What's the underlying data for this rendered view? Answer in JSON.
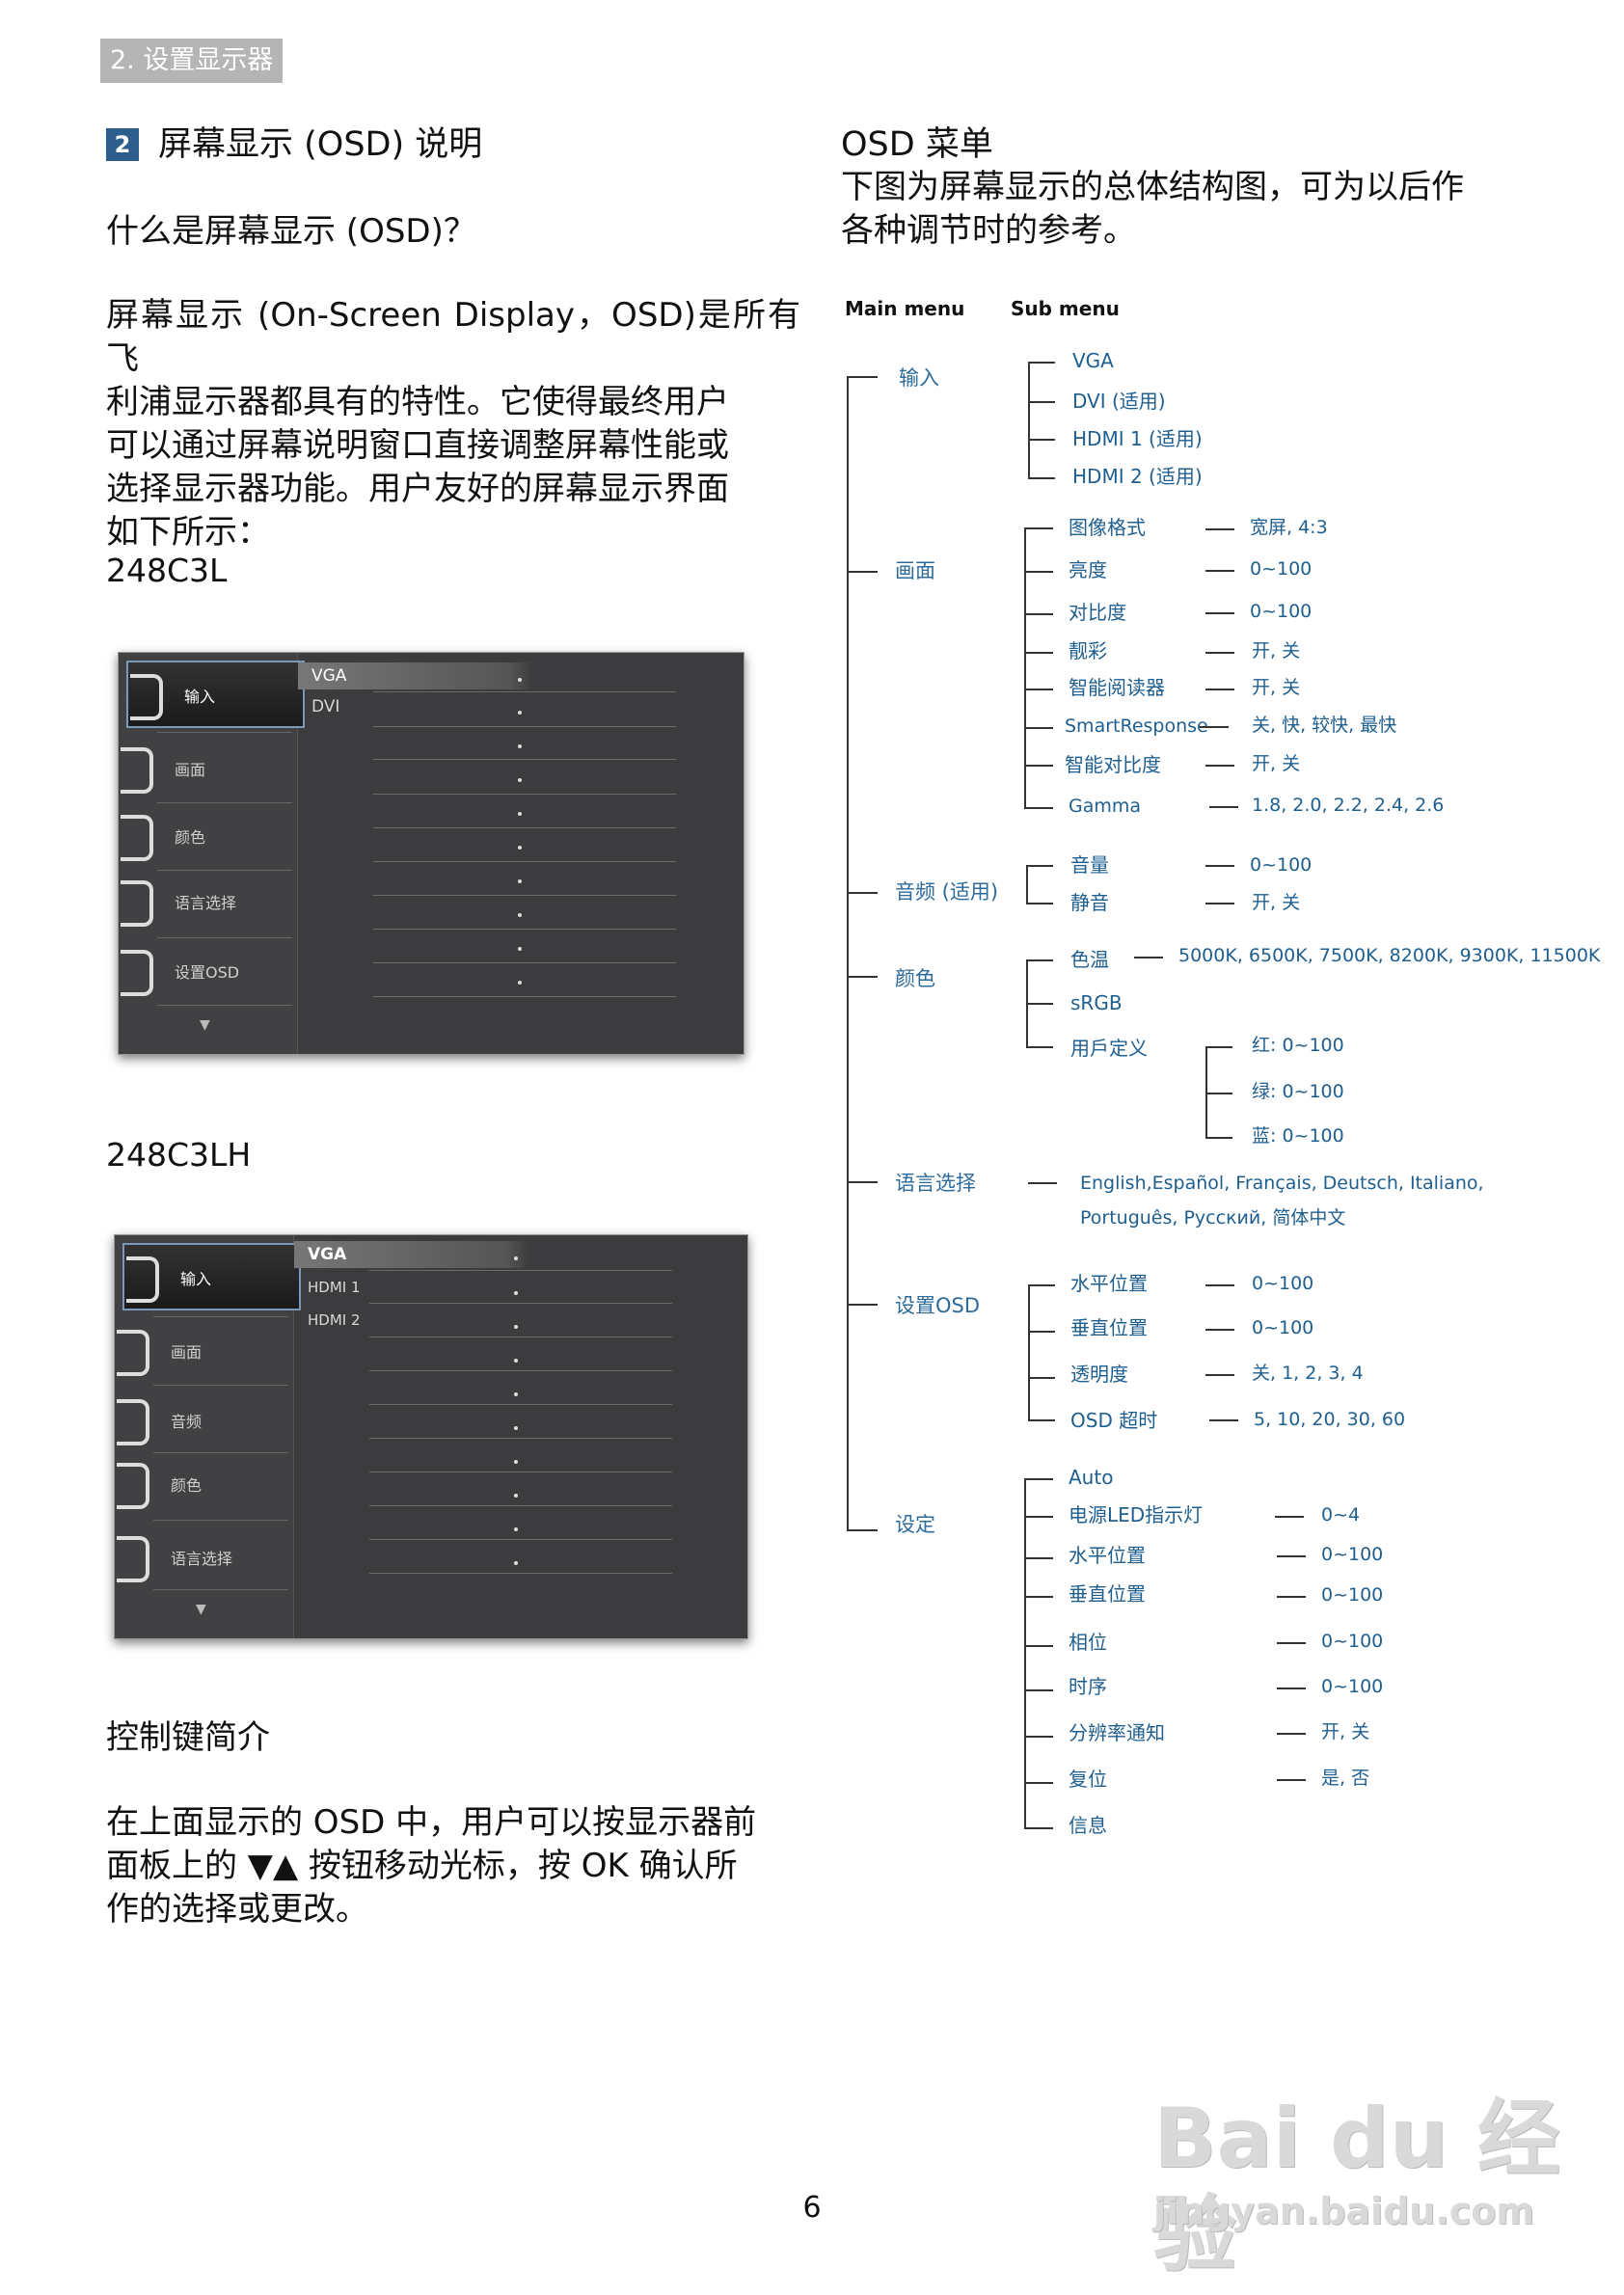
{
  "header": {
    "section_tag": "2. 设置显示器"
  },
  "left": {
    "section_number": "2",
    "section_title": "屏幕显示 (OSD) 说明",
    "q_title": "什么是屏幕显示 (OSD)？",
    "intro_lines": [
      "屏幕显示 (On-Screen Display，OSD)是所有飞",
      "利浦显示器都具有的特性。它使得最终用户",
      "可以通过屏幕说明窗口直接调整屏幕性能或",
      "选择显示器功能。用户友好的屏幕显示界面",
      "如下所示："
    ],
    "model1": "248C3L",
    "model2": "248C3LH",
    "keys_title": "控制键简介",
    "keys_lines": [
      "在上面显示的 OSD 中，用户可以按显示器前",
      "面板上的 ▼▲ 按钮移动光标，按 OK 确认所",
      "作的选择或更改。"
    ]
  },
  "osd1": {
    "menu": [
      "输入",
      "画面",
      "颜色",
      "语言选择",
      "设置OSD"
    ],
    "sub": [
      "VGA",
      "DVI"
    ],
    "arrow": "▼"
  },
  "osd2": {
    "menu": [
      "输入",
      "画面",
      "音频",
      "颜色",
      "语言选择"
    ],
    "sub": [
      "VGA",
      "HDMI 1",
      "HDMI 2"
    ],
    "arrow": "▼"
  },
  "right": {
    "title": "OSD 菜单",
    "desc_lines": [
      "下图为屏幕显示的总体结构图，可为以后作",
      "各种调节时的参考。"
    ],
    "main_menu_label": "Main menu",
    "sub_menu_label": "Sub menu"
  },
  "tree": {
    "input": {
      "label": "输入",
      "items": [
        "VGA",
        "DVI (适用)",
        "HDMI 1 (适用)",
        "HDMI 2 (适用)"
      ]
    },
    "picture": {
      "label": "画面",
      "items": [
        "图像格式",
        "亮度",
        "对比度",
        "靓彩",
        "智能阅读器",
        "SmartResponse",
        "智能对比度",
        "Gamma"
      ],
      "values": [
        "宽屏, 4:3",
        "0~100",
        "0~100",
        "开, 关",
        "开, 关",
        "关, 快, 较快, 最快",
        "开, 关",
        "1.8, 2.0, 2.2, 2.4, 2.6"
      ]
    },
    "audio": {
      "label": "音频 (适用)",
      "items": [
        "音量",
        "静音"
      ],
      "values": [
        "0~100",
        "开, 关"
      ]
    },
    "color": {
      "label": "颜色",
      "items": [
        "色温",
        "sRGB",
        "用戶定义"
      ],
      "temp_values": "5000K, 6500K, 7500K, 8200K, 9300K, 11500K",
      "user_values": [
        "红: 0~100",
        "绿: 0~100",
        "蓝: 0~100"
      ]
    },
    "language": {
      "label": "语言选择",
      "line1": "English,Español, Français, Deutsch, Italiano,",
      "line2": "Português, Русский, 简体中文"
    },
    "osd": {
      "label": "设置OSD",
      "items": [
        "水平位置",
        "垂直位置",
        "透明度",
        "OSD 超时"
      ],
      "values": [
        "0~100",
        "0~100",
        "关, 1, 2, 3, 4",
        "5, 10, 20, 30, 60"
      ]
    },
    "setup": {
      "label": "设定",
      "items": [
        "Auto",
        "电源LED指示灯",
        "水平位置",
        "垂直位置",
        "相位",
        "时序",
        "分辨率通知",
        "复位",
        "信息"
      ],
      "values": [
        "",
        "0~4",
        "0~100",
        "0~100",
        "0~100",
        "0~100",
        "开, 关",
        "是, 否",
        ""
      ]
    }
  },
  "footer": {
    "page_number": "6"
  },
  "watermark": {
    "brand": "Bai du 经验",
    "url": "jingyan.baidu.com"
  }
}
